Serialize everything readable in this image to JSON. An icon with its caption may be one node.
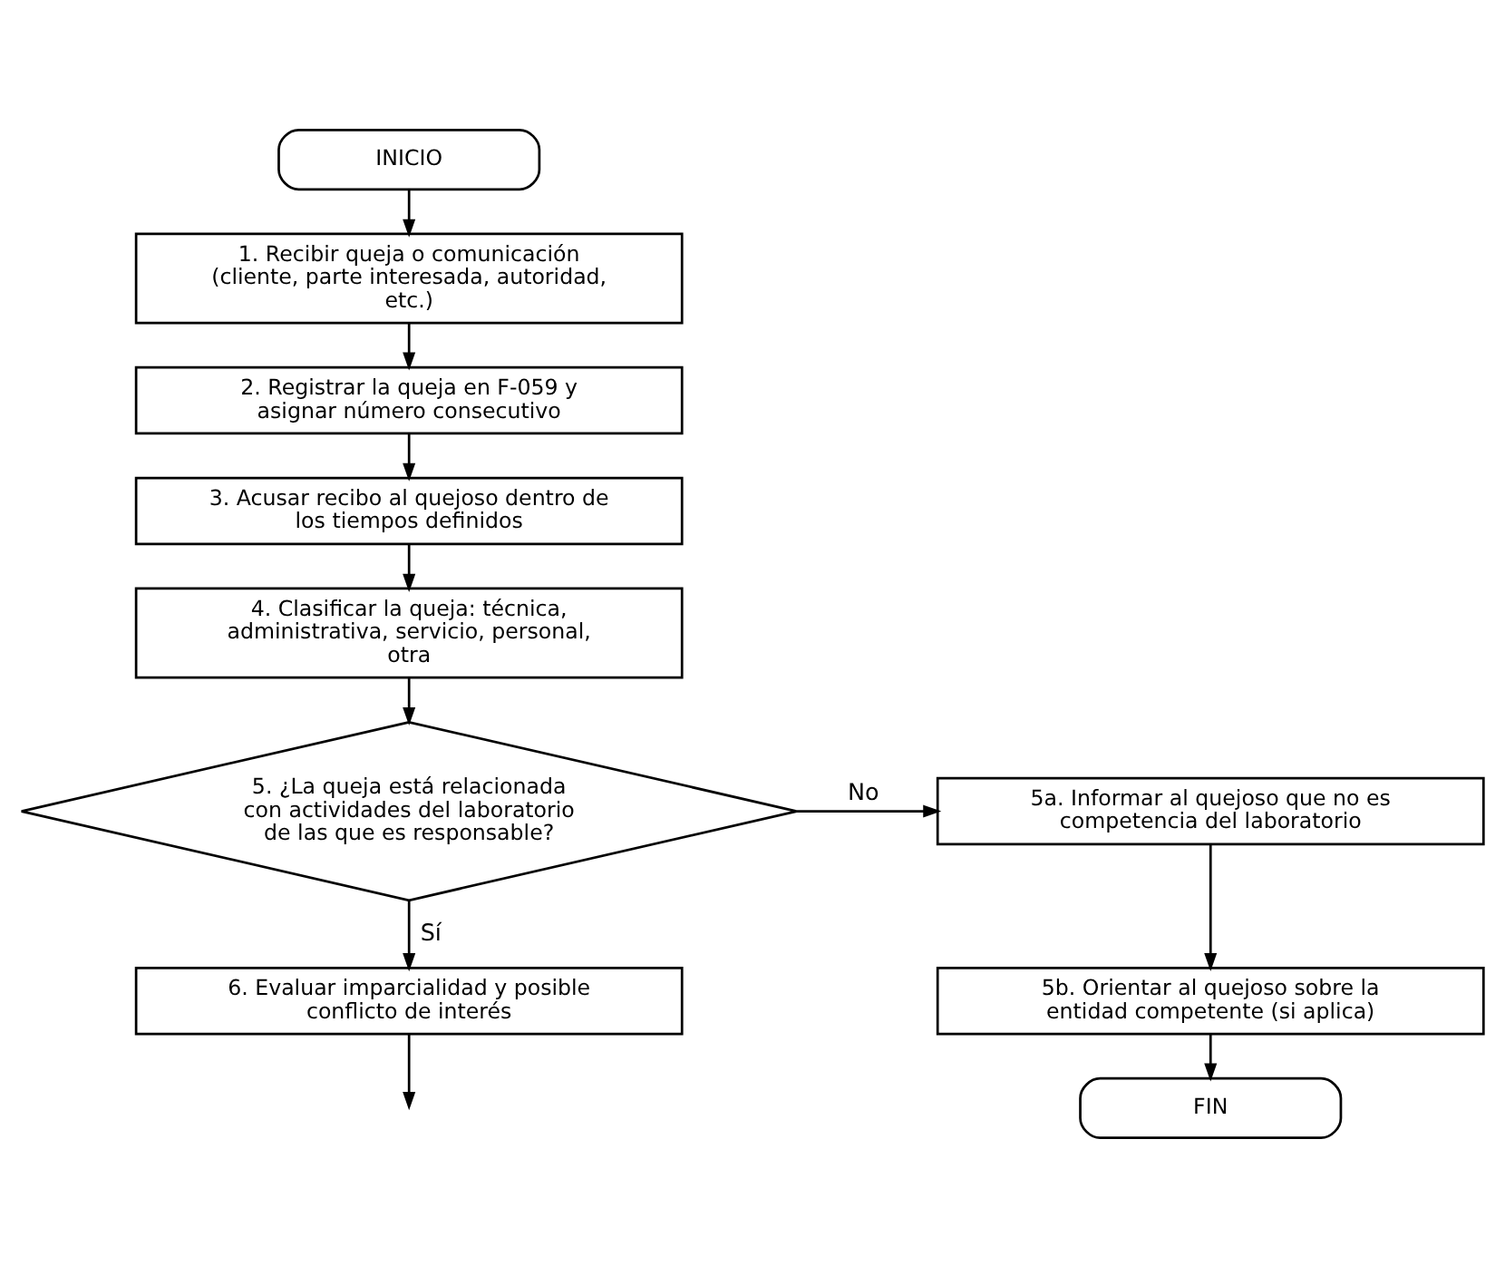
{
  "diagram": {
    "nodes": [
      {
        "text": [
          "INICIO"
        ]
      },
      {
        "text": [
          "1. Recibir queja o comunicación (cliente, parte interesada, autoridad, etc.)"
        ]
      },
      {
        "text": [
          "2. Registrar la queja en F-059 y asignar número consecutivo"
        ]
      },
      {
        "text": [
          "3. Acusar recibo al quejoso dentro de los tiempos definidos"
        ]
      },
      {
        "text": [
          "4. Clasificar la queja: técnica, administrativa, servicio, personal, otra"
        ]
      },
      {
        "text": [
          "5. ¿La queja está relacionada con actividades del laboratorio de las que es responsable?"
        ]
      },
      {
        "text": [
          "5a. Informar al quejoso que no es competencia del laboratorio"
        ]
      },
      {
        "text": [
          "5b. Orientar al quejoso sobre la entidad competente (si aplica)"
        ]
      },
      {
        "text": [
          "FIN"
        ]
      },
      {
        "text": [
          "6. Evaluar imparcialidad y posible conflicto de interés"
        ]
      }
    ],
    "edges": [
      {
        "from": 0,
        "to": 1,
        "arrow": "to"
      },
      {
        "from": 1,
        "to": 2,
        "arrow": "to"
      },
      {
        "from": 2,
        "to": 3,
        "arrow": "to"
      },
      {
        "from": 3,
        "to": 4,
        "arrow": "to"
      },
      {
        "from": 4,
        "to": 5,
        "arrow": "to"
      },
      {
        "from": 5,
        "to": 6,
        "arrow": "to",
        "label": "No"
      },
      {
        "from": 6,
        "to": 7,
        "arrow": "to"
      },
      {
        "from": 7,
        "to": 8,
        "arrow": "to"
      },
      {
        "from": 5,
        "to": 9,
        "arrow": "to",
        "label": "Sí"
      },
      {
        "from": 9,
        "to": null,
        "arrow": "to"
      }
    ]
  }
}
